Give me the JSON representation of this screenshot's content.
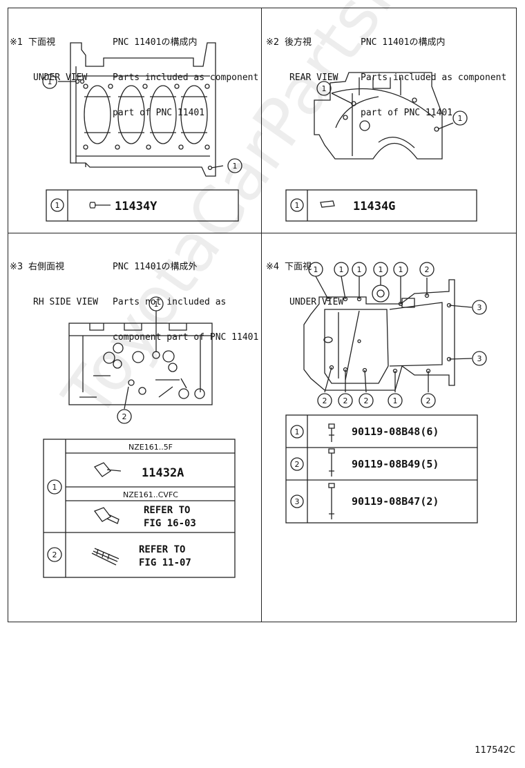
{
  "panels": {
    "p1": {
      "mark": "※1",
      "view_jp": "下面視",
      "view_en": "UNDER VIEW",
      "note_jp": "PNC 11401の構成内",
      "note_en_1": "Parts included as component",
      "note_en_2": "part of PNC 11401",
      "callouts": [
        "1",
        "1"
      ],
      "table": [
        {
          "num": "1",
          "part": "11434Y"
        }
      ]
    },
    "p2": {
      "mark": "※2",
      "view_jp": "後方視",
      "view_en": "REAR VIEW",
      "note_jp": "PNC 11401の構成内",
      "note_en_1": "Parts included as component",
      "note_en_2": "part of PNC 11401",
      "callouts": [
        "1",
        "1"
      ],
      "table": [
        {
          "num": "1",
          "part": "11434G"
        }
      ]
    },
    "p3": {
      "mark": "※3",
      "view_jp": "右側面視",
      "view_en": "RH SIDE VIEW",
      "note_jp": "PNC 11401の構成外",
      "note_en_1": "Parts not included as",
      "note_en_2": "component part of PNC 11401",
      "callouts": [
        "1",
        "2"
      ],
      "table": {
        "row1_num": "1",
        "variant_a": "NZE161..5F",
        "part_a": "11432A",
        "variant_b": "NZE161..CVFC",
        "ref_b_1": "REFER TO",
        "ref_b_2": "FIG 16-03",
        "row2_num": "2",
        "ref_2_1": "REFER TO",
        "ref_2_2": "FIG 11-07"
      }
    },
    "p4": {
      "mark": "※4",
      "view_jp": "下面視",
      "view_en": "UNDER VIEW",
      "callouts_top": [
        "1",
        "1",
        "1",
        "1",
        "1",
        "2"
      ],
      "callouts_right": [
        "3",
        "3"
      ],
      "callouts_bottom": [
        "2",
        "2",
        "2",
        "1",
        "2"
      ],
      "table": [
        {
          "num": "1",
          "part": "90119-08B48",
          "qty": "(6)"
        },
        {
          "num": "2",
          "part": "90119-08B49",
          "qty": "(5)"
        },
        {
          "num": "3",
          "part": "90119-08B47",
          "qty": "(2)"
        }
      ]
    }
  },
  "watermark": "ToyotaCarPartsMine.ru",
  "figure_number": "117542C"
}
